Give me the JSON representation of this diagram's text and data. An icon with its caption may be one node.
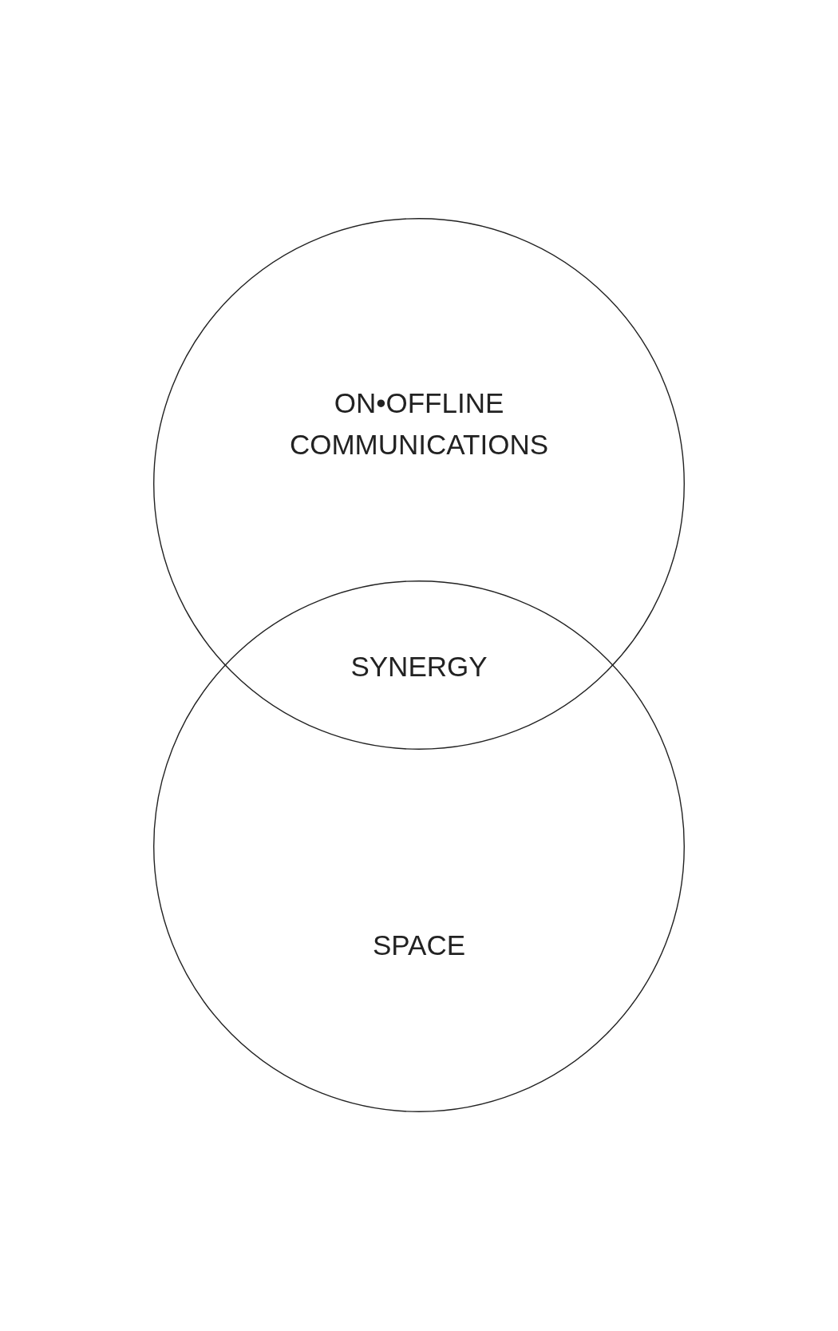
{
  "diagram": {
    "nodes": [
      {
        "text": [
          "ON•OFFLINE COMMUNICATIONS"
        ]
      },
      {
        "text": [
          "SPACE"
        ]
      }
    ],
    "edges": [],
    "labels": [
      "SYNERGY"
    ]
  }
}
